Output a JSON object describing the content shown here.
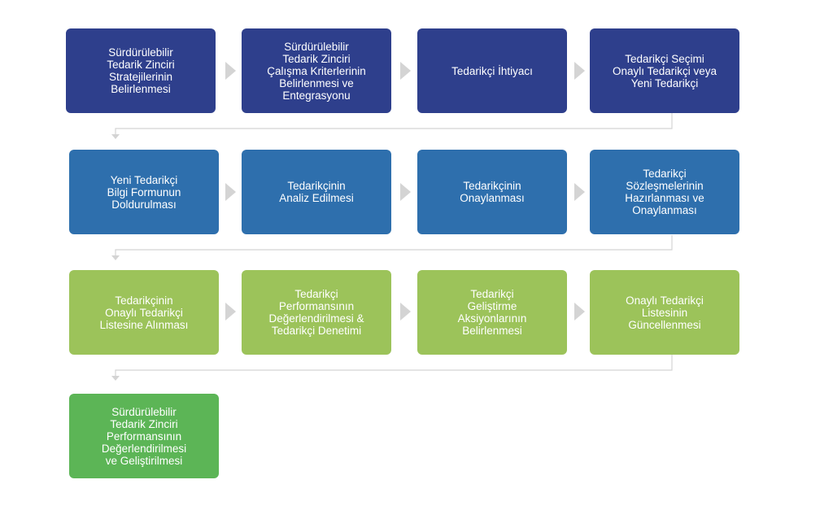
{
  "rows": [
    {
      "steps": [
        "Sürdürülebilir\nTedarik Zinciri\nStratejilerinin\nBelirlenmesi",
        "Sürdürülebilir\nTedarik Zinciri\nÇalışma Kriterlerinin\nBelirlenmesi ve\nEntegrasyonu",
        "Tedarikçi İhtiyacı",
        "Tedarikçi Seçimi\nOnaylı Tedarikçi veya\nYeni Tedarikçi"
      ]
    },
    {
      "steps": [
        "Yeni Tedarikçi\nBilgi Formunun\nDoldurulması",
        "Tedarikçinin\nAnaliz Edilmesi",
        "Tedarikçinin\nOnaylanması",
        "Tedarikçi\nSözleşmelerinin\nHazırlanması ve\nOnaylanması"
      ]
    },
    {
      "steps": [
        "Tedarikçinin\nOnaylı Tedarikçi\nListesine Alınması",
        "Tedarikçi\nPerformansının\nDeğerlendirilmesi &\nTedarikçi Denetimi",
        "Tedarikçi\nGeliştirme\nAksiyonlarının\nBelirlenmesi",
        "Onaylı Tedarikçi\nListesinin\nGüncellenmesi"
      ]
    },
    {
      "steps": [
        "Sürdürülebilir\nTedarik Zinciri\nPerformansının\nDeğerlendirilmesi\nve Geliştirilmesi"
      ]
    }
  ],
  "colors": {
    "row1": "#2e3f8c",
    "row2": "#2e6fad",
    "row3": "#9cc35a",
    "row4": "#5cb556",
    "arrow": "#d4d4d4"
  }
}
